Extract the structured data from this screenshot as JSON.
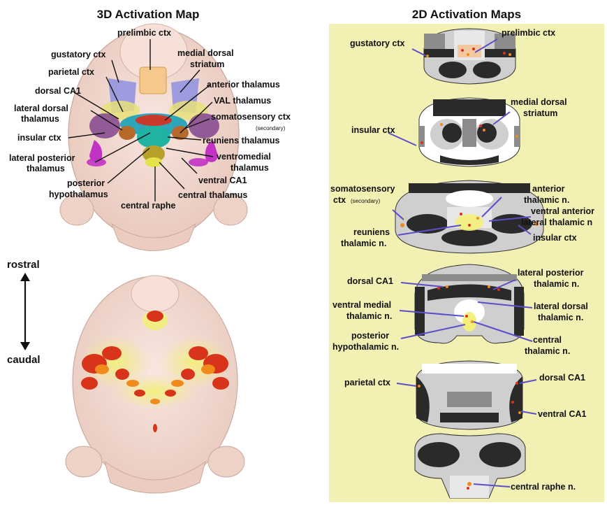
{
  "titles": {
    "left": "3D Activation Map",
    "right": "2D Activation Maps"
  },
  "axis": {
    "rostral": "rostral",
    "caudal": "caudal"
  },
  "map3d_labels": {
    "prelimbic": "prelimbic ctx",
    "gustatory": "gustatory ctx",
    "medial_dorsal_1": "medial dorsal",
    "medial_dorsal_2": "striatum",
    "parietal": "parietal ctx",
    "dorsal_ca1": "dorsal CA1",
    "anterior_thal": "anterior thalamus",
    "lateral_dorsal_1": "lateral dorsal",
    "lateral_dorsal_2": "thalamus",
    "val_thal": "VAL thalamus",
    "somatosensory": "somatosensory ctx",
    "secondary": "(secondary)",
    "insular": "insular ctx",
    "reuniens": "reuniens thalamus",
    "lat_post_1": "lateral posterior",
    "lat_post_2": "thalamus",
    "ventromedial_1": "ventromedial",
    "ventromedial_2": "thalamus",
    "ventral_ca1": "ventral CA1",
    "post_hypo_1": "posterior",
    "post_hypo_2": "hypothalamus",
    "central_thal": "central thalamus",
    "central_raphe": "central raphe"
  },
  "slice_labels": {
    "s1_gustatory": "gustatory ctx",
    "s1_prelimbic": "prelimbic ctx",
    "s2_medial_dorsal_1": "medial dorsal",
    "s2_medial_dorsal_2": "striatum",
    "s2_insular": "insular ctx",
    "s3_somato_1": "somatosensory",
    "s3_somato_2": "ctx",
    "s3_secondary": "(secondary)",
    "s3_anterior_1": "anterior",
    "s3_anterior_2": "thalamic n.",
    "s3_ventral_ant_1": "ventral anterior",
    "s3_ventral_ant_2": "lateral thalamic n",
    "s3_reuniens_1": "reuniens",
    "s3_reuniens_2": "thalamic n.",
    "s3_insular": "insular ctx",
    "s4_dorsal_ca1": "dorsal CA1",
    "s4_lat_post_1": "lateral posterior",
    "s4_lat_post_2": "thalamic n.",
    "s4_vent_med_1": "ventral medial",
    "s4_vent_med_2": "thalamic n.",
    "s4_lat_dorsal_1": "lateral dorsal",
    "s4_lat_dorsal_2": "thalamic n.",
    "s4_post_hypo_1": "posterior",
    "s4_post_hypo_2": "hypothalamic n.",
    "s4_central_1": "central",
    "s4_central_2": "thalamic n.",
    "s5_parietal": "parietal ctx",
    "s5_dorsal_ca1": "dorsal CA1",
    "s5_ventral_ca1": "ventral CA1",
    "s6_central_raphe": "central raphe n."
  },
  "colors": {
    "panel_bg": "#f3f0b4",
    "skull": "#f0d6cc",
    "skull_edge": "#c9a79b",
    "leader": "#5a4fc8",
    "activation_red": "#d8331b",
    "activation_orange": "#f08a1c",
    "activation_yellow": "#e9e25a",
    "gray_dark": "#2a2a2a",
    "gray_mid": "#8c8c8c",
    "gray_light": "#cfcfcf"
  }
}
